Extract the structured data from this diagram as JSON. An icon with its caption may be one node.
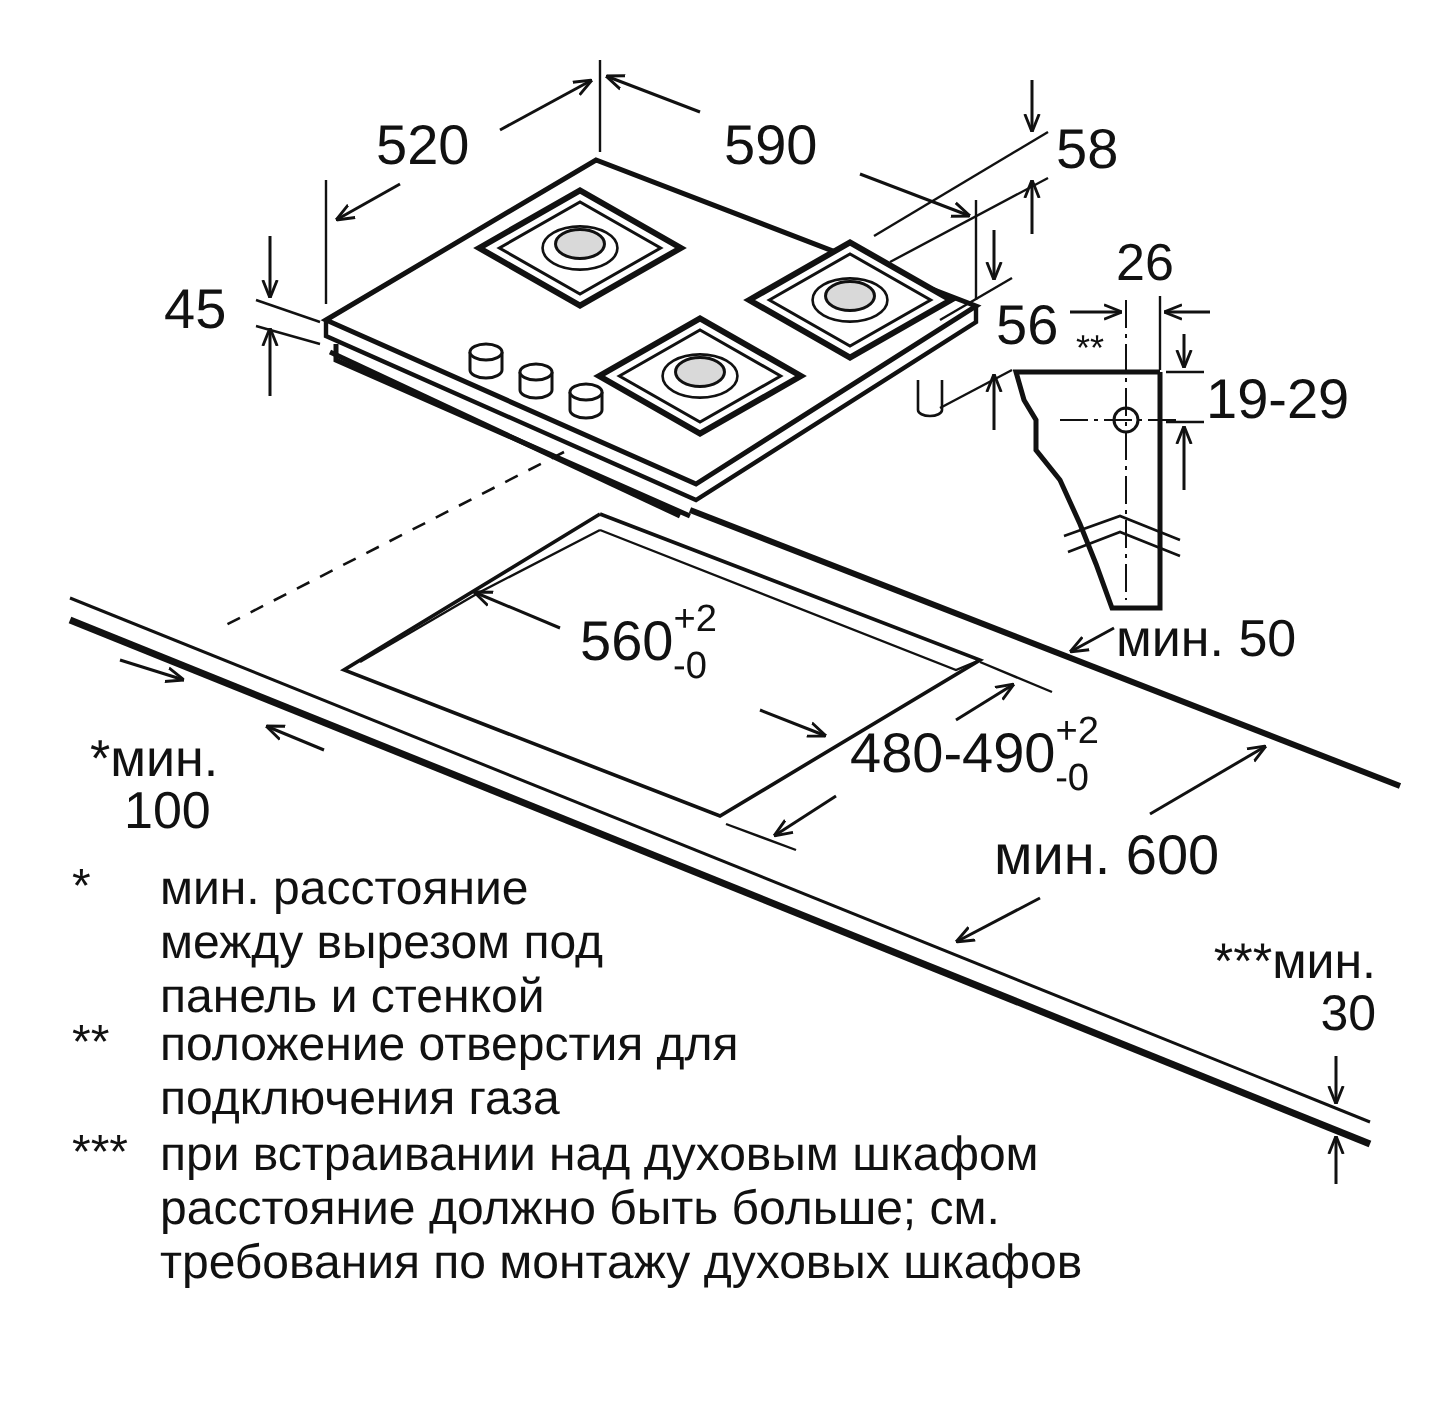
{
  "diagram": {
    "labels": [
      "520",
      "590",
      "58",
      "45",
      "26",
      "56",
      "**",
      "19-29",
      "560$^{+2}$$_{-0}$",
      "мин. 50",
      "*мин. 100",
      "480-490$^{+2}$$_{-0}$",
      "*",
      "мин. расстояние между вырезом под панель и стенкой",
      "мин. 600",
      "***мин. 30",
      "**",
      "положение отверстия для подключения газа",
      "***",
      "при встраивании над духовым шкафом расстояние должно быть больше; см. требования по монтажу духовых шкафов"
    ]
  }
}
